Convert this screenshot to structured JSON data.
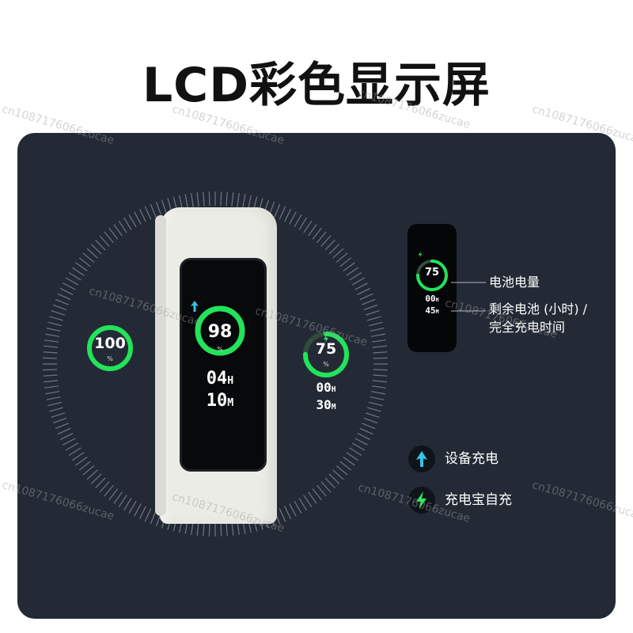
{
  "title": "LCD彩色显示屏",
  "colors": {
    "panel_bg": "#232a36",
    "ring_green": "#22e35a",
    "ring_track": "#2f4d3a",
    "arrow_cyan": "#35c6e6",
    "bolt_green": "#2ee85c",
    "device_body": "#ecece7"
  },
  "left_indicator": {
    "value": "100",
    "unit": "%",
    "level": 1.0
  },
  "main_screen": {
    "charge_icon": "up-arrow-icon",
    "value": "98",
    "unit": "%",
    "level": 0.98,
    "hours": "04",
    "hours_unit": "H",
    "minutes": "10",
    "minutes_unit": "M"
  },
  "right_indicator": {
    "charge_icon": "bolt-icon",
    "value": "75",
    "unit": "%",
    "level": 0.75,
    "hours": "00",
    "hours_unit": "H",
    "minutes": "30",
    "minutes_unit": "M"
  },
  "mini_screen": {
    "charge_icon": "bolt-icon",
    "value": "75",
    "level": 0.75,
    "hours": "00",
    "hours_unit": "H",
    "minutes": "45",
    "minutes_unit": "M"
  },
  "callouts": {
    "battery": "电池电量",
    "remaining_line1": "剩余电池 (小时) /",
    "remaining_line2": "完全充电时间"
  },
  "legend": [
    {
      "icon": "up-arrow-icon",
      "label": "设备充电"
    },
    {
      "icon": "bolt-icon",
      "label": "充电宝自充"
    }
  ],
  "watermark": "cn1087176066zucae"
}
